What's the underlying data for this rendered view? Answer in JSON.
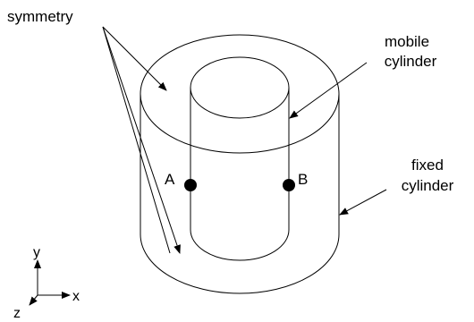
{
  "labels": {
    "symmetry": "symmetry",
    "mobile_cylinder": [
      "mobile",
      "cylinder"
    ],
    "fixed_cylinder": [
      "fixed",
      "cylinder"
    ],
    "point_a": "A",
    "point_b": "B"
  },
  "axes": {
    "y": "y",
    "x": "x",
    "z": "z"
  },
  "colors": {
    "line": "#000000",
    "point": "#000000",
    "background": "#ffffff"
  }
}
